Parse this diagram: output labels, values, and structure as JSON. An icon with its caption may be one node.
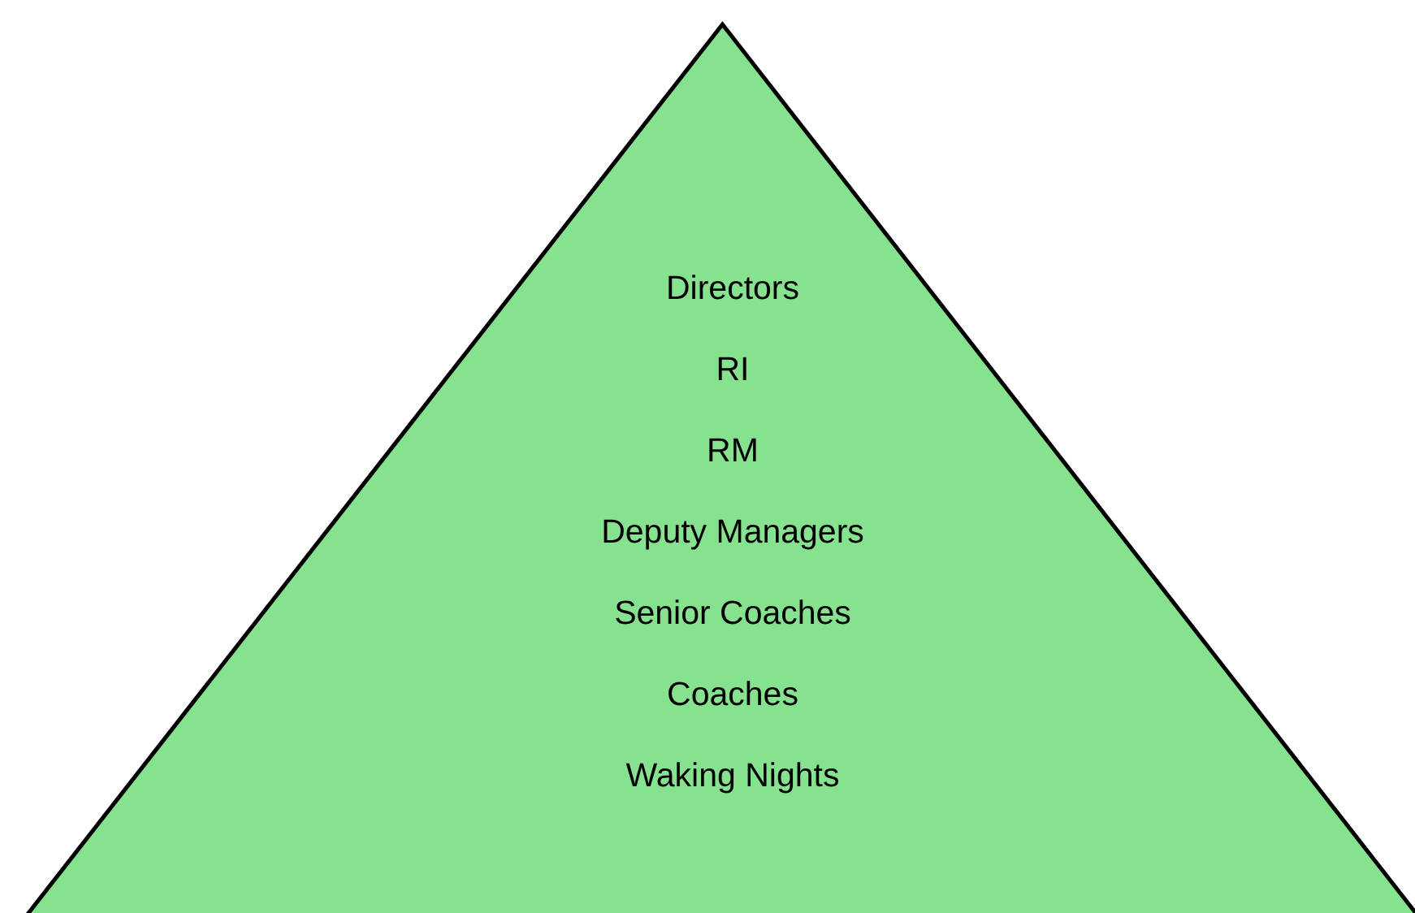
{
  "diagram": {
    "nodes": [
      {
        "text": [
          "Directors",
          "RI",
          "RM",
          "Deputy Managers",
          "Senior Coaches",
          "Coaches",
          "Waking Nights"
        ]
      }
    ]
  }
}
